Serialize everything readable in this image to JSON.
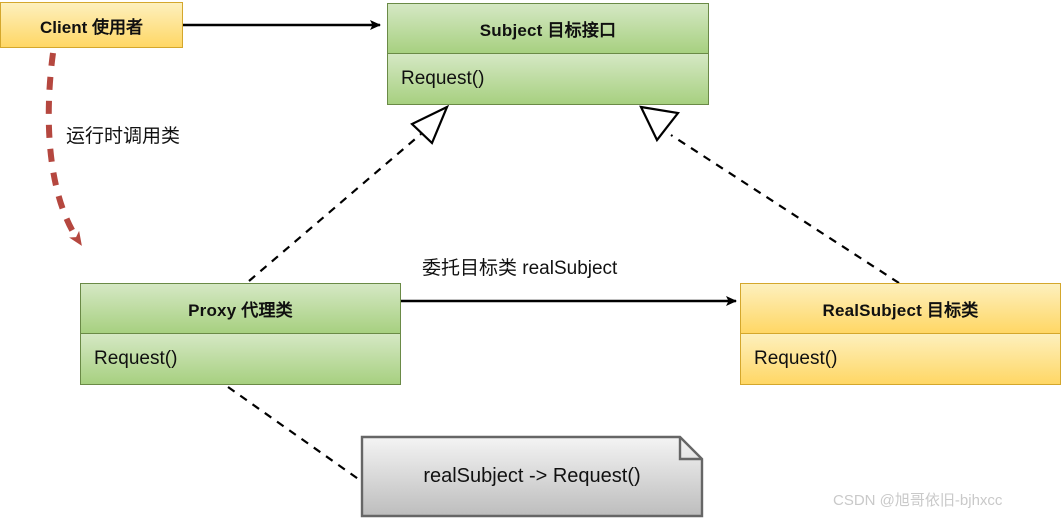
{
  "diagram": {
    "title": "Proxy Pattern UML class diagram",
    "colors": {
      "green_fill_top": "#d5e8c4",
      "green_fill_bottom": "#a7d080",
      "green_stroke": "#6a8a46",
      "yellow_fill_top": "#fdf0bd",
      "yellow_fill_bottom": "#ffd765",
      "yellow_stroke": "#d4a72c",
      "note_fill_top": "#f2f2f2",
      "note_fill_bottom": "#bfbfbf",
      "note_stroke": "#666666",
      "line": "#000000",
      "red_dashed": "#b5473f",
      "watermark": "#c9c9c9"
    },
    "nodes": {
      "client": {
        "name": "Client 使用者",
        "kind": "actor-box",
        "fill": "yellow"
      },
      "subject": {
        "name": "Subject  目标接口",
        "member": "Request()",
        "kind": "interface",
        "fill": "green"
      },
      "proxy": {
        "name": "Proxy 代理类",
        "member": "Request()",
        "kind": "class",
        "fill": "green"
      },
      "realsubject": {
        "name": "RealSubject 目标类",
        "member": "Request()",
        "kind": "class",
        "fill": "yellow"
      },
      "note": {
        "text": "realSubject -> Request()",
        "kind": "note"
      }
    },
    "edges": {
      "client_to_subject": {
        "label": "",
        "style": "solid-arrow"
      },
      "client_to_proxy": {
        "label": "运行时调用类",
        "style": "dashed-curved-arrow-red"
      },
      "proxy_to_subject": {
        "label": "",
        "style": "dashed-hollow-triangle"
      },
      "realsubject_to_subject": {
        "label": "",
        "style": "dashed-hollow-triangle"
      },
      "proxy_to_realsubject": {
        "label": "委托目标类 realSubject",
        "style": "solid-arrow"
      },
      "proxy_to_note": {
        "label": "",
        "style": "dashed-line"
      }
    },
    "watermark": "CSDN @旭哥依旧-bjhxcc"
  }
}
